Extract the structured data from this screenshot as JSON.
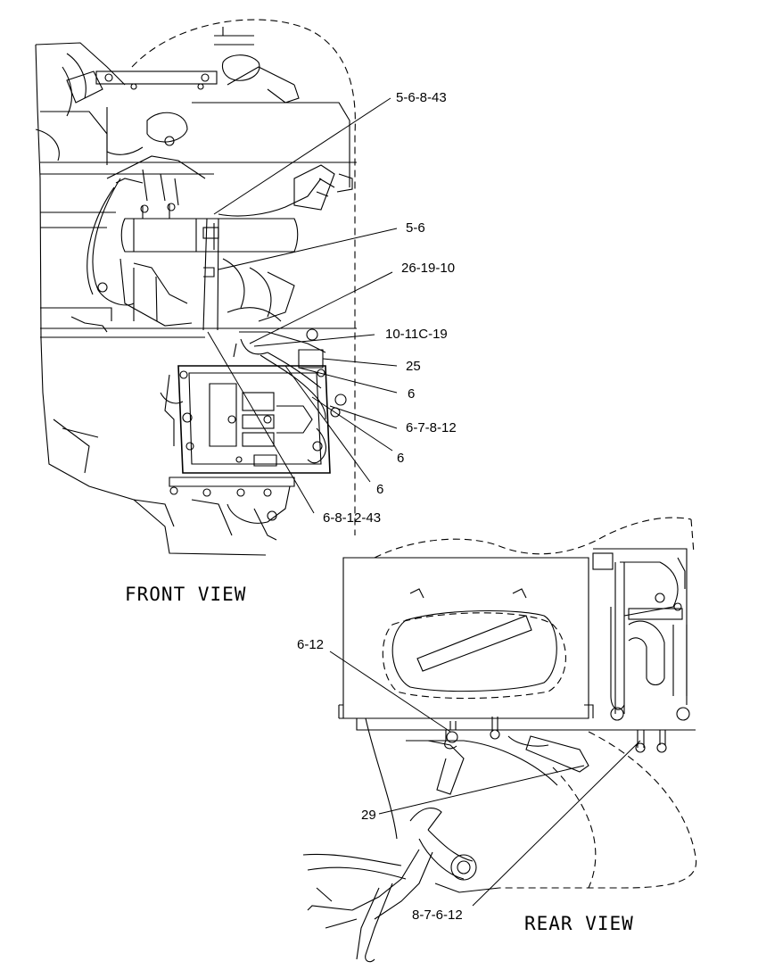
{
  "views": {
    "front": "FRONT VIEW",
    "rear": "REAR VIEW"
  },
  "callouts": {
    "c1": "5-6-8-43",
    "c2": "5-6",
    "c3": "26-19-10",
    "c4": "10-11C-19",
    "c5": "25",
    "c6": "6",
    "c7": "6-7-8-12",
    "c8": "6",
    "c9": "6",
    "c10": "6-8-12-43",
    "c11": "6-12",
    "c12": "29",
    "c13": "8-7-6-12"
  }
}
